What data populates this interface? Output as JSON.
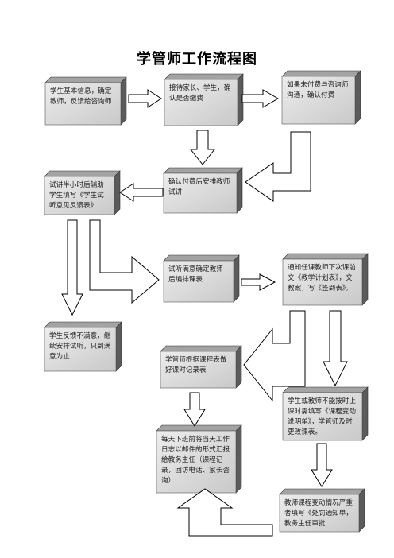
{
  "title": "学管师工作流程图",
  "boxes": {
    "b1": "学生基本信息，确定教师，反馈给咨询师",
    "b2": "接待家长、学生，确认是否缴费",
    "b3": "如果未付费与咨询师沟通，确认付费",
    "b4": "试讲半小时后辅助学生填写《学生试听意见反馈表》",
    "b5": "确认付费后安排教师试讲",
    "b6": "试听满意确定教师后编排课表",
    "b7": "通知任课教师下次课前交《教学计划表》，交教案，写《签到表》。",
    "b8": "学生反馈不满意，继续安排试听，只到满意为止",
    "b9": "学管师根据课程表做好课时记录表",
    "b10": "学生或教师不能按时上课时需填写《课程变动说明单》，学管师及时更改课表。",
    "b11": "每天下班前将当天工作日志以邮件的形式汇报给教务主任（课程记录，回访电话、家长咨询）",
    "b12": "教师课程变动情况严重者填写《处罚通知单，教务主任审批"
  }
}
